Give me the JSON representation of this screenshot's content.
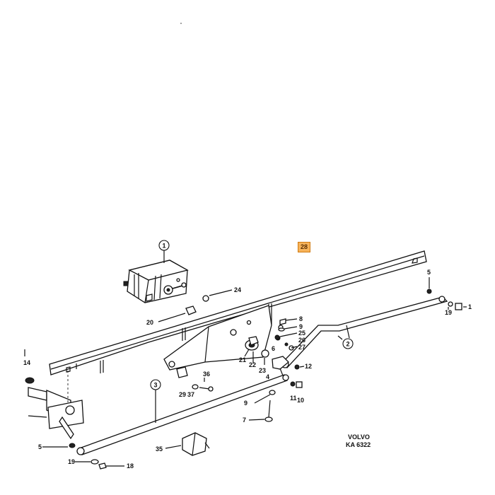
{
  "badge": "28",
  "brand": {
    "line1": "VOLVO",
    "line2": "KA 6322"
  },
  "callouts": {
    "c1": "1",
    "c2": "2",
    "c3": "3"
  },
  "labels": {
    "l24": "24",
    "l20": "20",
    "l5a": "5",
    "l19a": "19",
    "l1": "1",
    "l8": "8",
    "l9a": "9",
    "l25": "25",
    "l26": "26",
    "l27": "27",
    "l6": "6",
    "l21": "21",
    "l22": "22",
    "l23": "23",
    "l4": "4",
    "l12": "12",
    "l11": "11",
    "l10": "10",
    "l36": "36",
    "l29": "29",
    "l37": "37",
    "l9b": "9",
    "l7": "7",
    "l14": "14",
    "l5b": "5",
    "l19b": "19",
    "l18": "18",
    "l35": "35"
  }
}
